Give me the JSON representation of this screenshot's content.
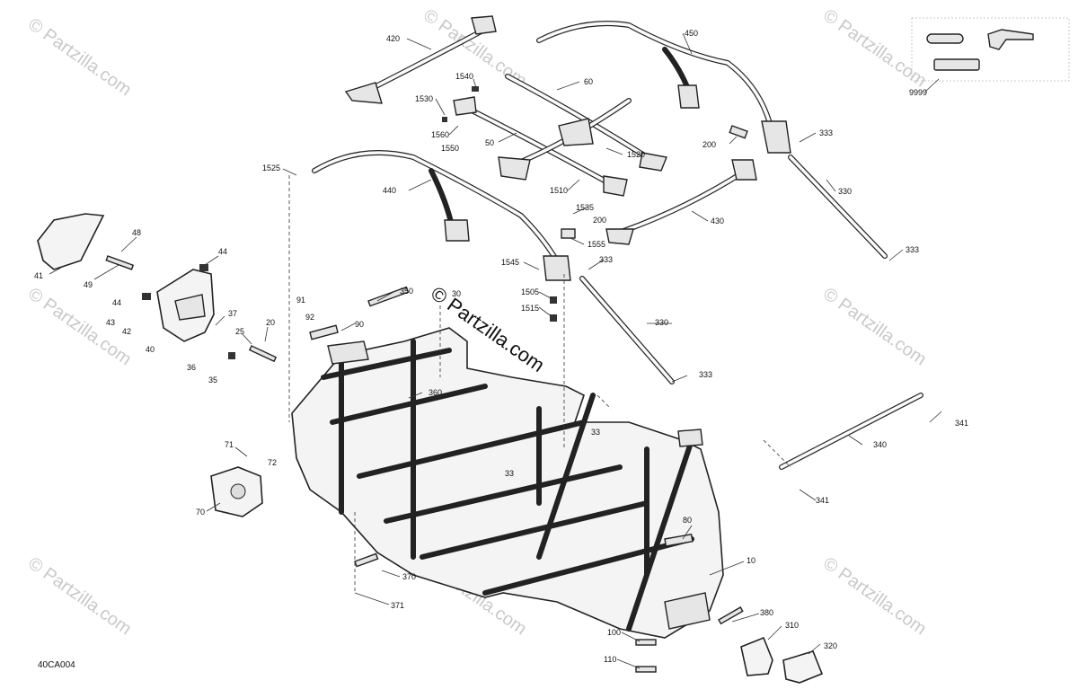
{
  "watermarks": [
    "© Partzilla.com",
    "© Partzilla.com",
    "© Partzilla.com",
    "© Partzilla.com",
    "© Partzilla.com",
    "© Partzilla.com",
    "© Partzilla.com",
    "© Partzilla.com"
  ],
  "center_watermark": "© Partzilla.com",
  "diagram_code": "40CA004",
  "callouts": {
    "c420": "420",
    "c450": "450",
    "c9999": "9999",
    "c1540": "1540",
    "c60": "60",
    "c1530": "1530",
    "c1560": "1560",
    "c1550": "1550",
    "c50": "50",
    "c1520": "1520",
    "c200a": "200",
    "c333a": "333",
    "c1525": "1525",
    "c440": "440",
    "c1510": "1510",
    "c330a": "330",
    "c1535": "1535",
    "c200b": "200",
    "c430": "430",
    "c1555": "1555",
    "c333b": "333",
    "c48": "48",
    "c44a": "44",
    "c1545": "1545",
    "c333c": "333",
    "c41": "41",
    "c49": "49",
    "c44b": "44",
    "c350": "350",
    "c30": "30",
    "c1505": "1505",
    "c91": "91",
    "c1515": "1515",
    "c43": "43",
    "c92": "92",
    "c90": "90",
    "c37": "37",
    "c42": "42",
    "c20": "20",
    "c330b": "330",
    "c40": "40",
    "c25": "25",
    "c36": "36",
    "c35": "35",
    "c333d": "333",
    "c360": "360",
    "c341a": "341",
    "c33a": "33",
    "c71": "71",
    "c72": "72",
    "c340": "340",
    "c33b": "33",
    "c70": "70",
    "c341b": "341",
    "c80": "80",
    "c10": "10",
    "c370": "370",
    "c371": "371",
    "c380": "380",
    "c310": "310",
    "c100": "100",
    "c320": "320",
    "c110": "110"
  }
}
